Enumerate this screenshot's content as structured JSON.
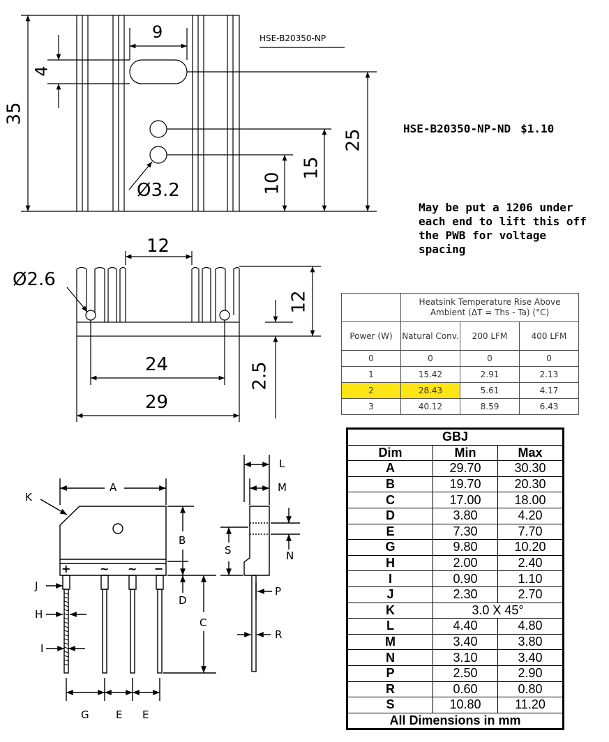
{
  "heatsink": {
    "model_tag": "HSE-B20350-NP",
    "part_number": "HSE-B20350-NP-ND",
    "price": "$1.10",
    "note_lines": [
      "May be put a 1206 under",
      "each end to lift this off",
      "the PWB for voltage",
      "spacing"
    ],
    "dims": {
      "slot_width": "9",
      "slot_height": "4",
      "height": "35",
      "hole_dia": "Ø3.2",
      "h25": "25",
      "h15": "15",
      "h10": "10",
      "gap12": "12",
      "fin_dia": "Ø2.6",
      "height12": "12",
      "w24": "24",
      "w29": "29",
      "t25": "2.5"
    }
  },
  "temp_table": {
    "title": "Heatsink Temperature Rise Above Ambient (ΔT = Ths - Ta) (°C)",
    "col_headers": [
      "Power (W)",
      "Natural Conv.",
      "200 LFM",
      "400 LFM"
    ],
    "rows": [
      [
        "0",
        "0",
        "0",
        "0"
      ],
      [
        "1",
        "15.42",
        "2.91",
        "2.13"
      ],
      [
        "2",
        "28.43",
        "5.61",
        "4.17"
      ],
      [
        "3",
        "40.12",
        "8.59",
        "6.43"
      ]
    ],
    "highlight_color": "#ffe516"
  },
  "package": {
    "labels": {
      "A": "A",
      "B": "B",
      "C": "C",
      "D": "D",
      "E1": "E",
      "E2": "E",
      "G": "G",
      "H": "H",
      "I": "I",
      "J": "J",
      "K": "K",
      "L": "L",
      "M": "M",
      "N": "N",
      "P": "P",
      "R": "R",
      "S": "S"
    },
    "pin_marks": [
      "+",
      "~",
      "~",
      "−"
    ]
  },
  "gbj_table": {
    "title": "GBJ",
    "headers": [
      "Dim",
      "Min",
      "Max"
    ],
    "rows": [
      [
        "A",
        "29.70",
        "30.30"
      ],
      [
        "B",
        "19.70",
        "20.30"
      ],
      [
        "C",
        "17.00",
        "18.00"
      ],
      [
        "D",
        "3.80",
        "4.20"
      ],
      [
        "E",
        "7.30",
        "7.70"
      ],
      [
        "G",
        "9.80",
        "10.20"
      ],
      [
        "H",
        "2.00",
        "2.40"
      ],
      [
        "I",
        "0.90",
        "1.10"
      ],
      [
        "J",
        "2.30",
        "2.70"
      ],
      [
        "K",
        "3.0 X 45°",
        ""
      ],
      [
        "L",
        "4.40",
        "4.80"
      ],
      [
        "M",
        "3.40",
        "3.80"
      ],
      [
        "N",
        "3.10",
        "3.40"
      ],
      [
        "P",
        "2.50",
        "2.90"
      ],
      [
        "R",
        "0.60",
        "0.80"
      ],
      [
        "S",
        "10.80",
        "11.20"
      ]
    ],
    "footer": "All Dimensions in mm"
  }
}
